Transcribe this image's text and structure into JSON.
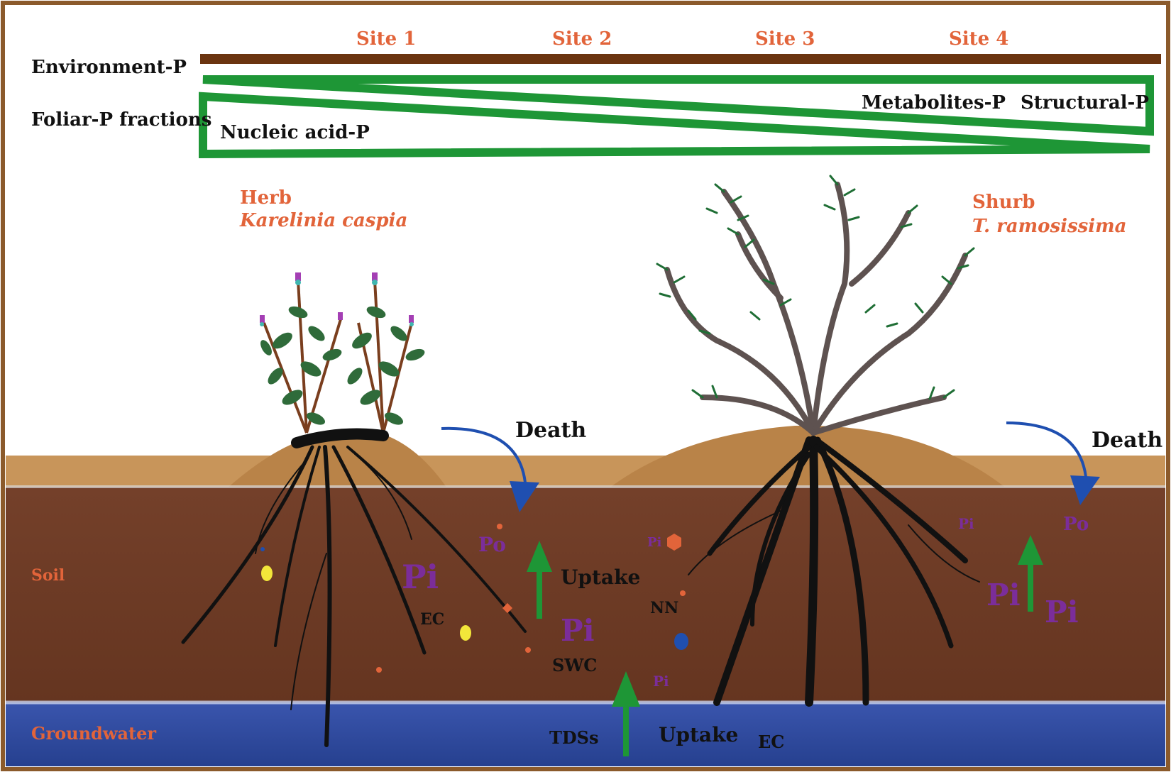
{
  "header": {
    "sites": [
      "Site 1",
      "Site 2",
      "Site 3",
      "Site 4"
    ],
    "environment_label": "Environment-P",
    "foliar_label": "Foliar-P fractions",
    "fractions": {
      "nucleic": "Nucleic acid-P",
      "metabolites": "Metabolites-P",
      "structural": "Structural-P"
    }
  },
  "herb": {
    "type": "Herb",
    "species": "Karelinia caspia"
  },
  "shrub": {
    "type": "Shurb",
    "species": "T. ramosissima"
  },
  "layers": {
    "soil": "Soil",
    "groundwater": "Groundwater"
  },
  "labels": {
    "death_left": "Death",
    "death_right": "Death",
    "uptake_soil": "Uptake",
    "uptake_ground": "Uptake",
    "ec_left": "EC",
    "ec_bottom": "EC",
    "nn": "NN",
    "swc": "SWC",
    "tds": "TDSs",
    "po_left": "Po",
    "po_right": "Po",
    "pi_big_left": "Pi",
    "pi_center": "Pi",
    "pi_small_mid": "Pi",
    "pi_small_low": "Pi",
    "pi_small_right": "Pi",
    "pi_right_a": "Pi",
    "pi_right_b": "Pi"
  },
  "colors": {
    "frame": "#8b5a2b",
    "environment_bar": "#6b3410",
    "foliar_wedge": "#1e9636",
    "soil": "#6e3a22",
    "topsoil": "#c8955a",
    "groundwater": "#2f49a0",
    "accent_text": "#e2643a",
    "phosphorus_text": "#7b2d9a",
    "death_arrow": "#1f4fb0",
    "uptake_arrow": "#1e9636"
  }
}
